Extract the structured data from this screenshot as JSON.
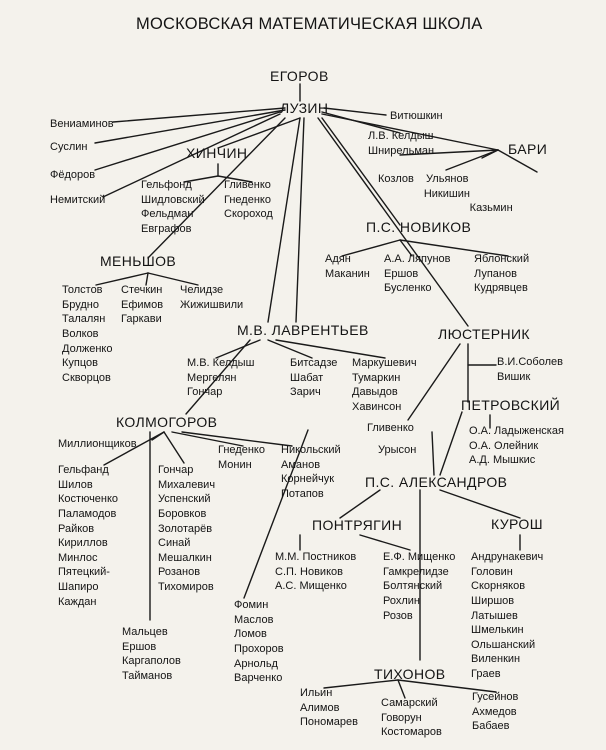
{
  "title": "МОСКОВСКАЯ МАТЕМАТИЧЕСКАЯ ШКОЛА",
  "heads": {
    "egorov": "ЕГОРОВ",
    "luzin": "ЛУЗИН",
    "hinchin": "ХИНЧИН",
    "bari": "БАРИ",
    "menshov": "МЕНЬШОВ",
    "novikov": "П.С. НОВИКОВ",
    "lavrentiev": "М.В. ЛАВРЕНТЬЕВ",
    "lusternik": "ЛЮСТЕРНИК",
    "kolmogorov": "КОЛМОГОРОВ",
    "petrovsky": "ПЕТРОВСКИЙ",
    "alexandrov": "П.С. АЛЕКСАНДРОВ",
    "pontryagin": "ПОНТРЯГИН",
    "kurosh": "КУРОШ",
    "tikhonov": "ТИХОНОВ"
  },
  "groups": {
    "veniaminov": "Вениаминов",
    "suslin": "Суслин",
    "fedorov": "Фёдоров",
    "nemitsky": "Немитский",
    "vityushkin": "Витюшкин",
    "keldysh_shnirelman": "Л.В. Келдыш\nШнирельман",
    "hinchin_left": "Гельфонд\nШидловский\nФельдман\nЕвграфов",
    "hinchin_right": "Гливенко\nГнеденко\nСкороход",
    "bari_students": "Козлов    Ульянов\n               Никишин\n                              Казьмин",
    "menshov_a": "Толстов\nБрудно\nТалалян\nВолков\nДолженко\nКупцов\nСкворцов",
    "menshov_b": "Стечкин\nЕфимов\nГаркави",
    "menshov_c": "Челидзе\nЖижишвили",
    "novikov_a": "Адян\nМаканин",
    "novikov_b": "А.А. Ляпунов\nЕршов\nБусленко",
    "novikov_c": "Яблонский\nЛупанов\nКудрявцев",
    "lav_a": "М.В. Келдыш\nМергелян\nГончар",
    "lav_b": "Битсадзе\nШабат\nЗарич",
    "lav_c": "Маркушевич\nТумаркин\nДавыдов\nХавинсон",
    "glivenko_lus": "Гливенко",
    "lus_a": "В.И.Соболев\nВишик",
    "millionshchikov": "Миллионщиков",
    "gnedenko_monin": "Гнеденко\nМонин",
    "kol_mid": "Никольский\nАманов\nКорнейчук\nПотапов",
    "kol_left": "Гельфанд\nШилов\nКостюченко\nПаламодов\nРайков\nКириллов\nМинлос\nПятецкий-\nШапиро\nКаждан",
    "kol_center": "Гончар\nМихалевич\nУспенский\nБоровков\nЗолотарёв\nСинай\nМешалкин\nРозанов\nТихомиров",
    "kol_bottom_a": "Мальцев\nЕршов\nКаргаполов\nТайманов",
    "kol_bottom_b": "Фомин\nМаслов\nЛомов\nПрохоров\nАрнольд\nВарченко",
    "petrovsky_students": "О.А. Ладыженская\nО.А. Олейник\nА.Д. Мышкис",
    "uryson": "Урысон",
    "pont_a": "М.М. Постников\nС.П. Новиков\nА.С. Мищенко",
    "pont_b": "Е.Ф. Мищенко\nГамкрелидзе\nБолтянский\nРохлин\nРозов",
    "kurosh_students": "Андрунакевич\nГоловин\nСкорняков\nШиршов\nЛатышев\nШмелькин\nОльшанский\nВиленкин\nГраев",
    "tikh_a": "Ильин\nАлимов\nПономарев",
    "tikh_b": "Самарский\nГоворун\nКостомаров",
    "tikh_c": "Гусейнов\nАхмедов\nБабаев"
  }
}
